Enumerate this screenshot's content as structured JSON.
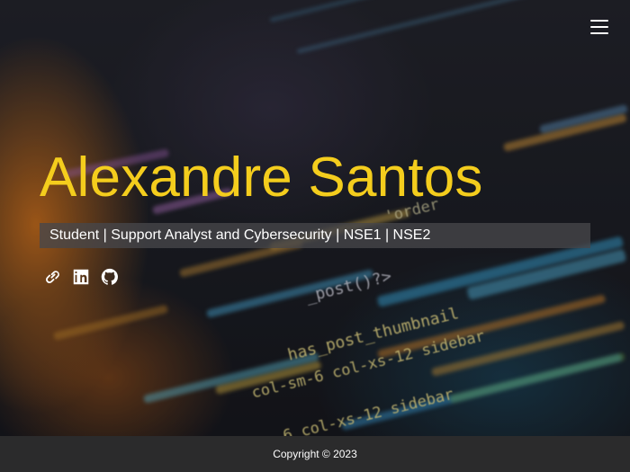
{
  "header": {
    "menu_icon": "hamburger-menu-icon"
  },
  "hero": {
    "name": "Alexandre Santos",
    "subtitle": "Student | Support Analyst and Cybersecurity | NSE1 | NSE2",
    "background_code": [
      "'order",
      "_post()?>",
      "has_post_thumbnail",
      "col-sm-6 col-xs-12 sidebar",
      "-6 col-xs-12 sidebar"
    ],
    "colors": {
      "title": "#f4cd1d",
      "subtitle_bar": "#464649",
      "footer": "#2b2b2c"
    }
  },
  "social": {
    "items": [
      {
        "icon": "link-icon",
        "label": "Website"
      },
      {
        "icon": "linkedin-icon",
        "label": "LinkedIn"
      },
      {
        "icon": "github-icon",
        "label": "GitHub"
      }
    ]
  },
  "footer": {
    "copyright": "Copyright © 2023"
  }
}
